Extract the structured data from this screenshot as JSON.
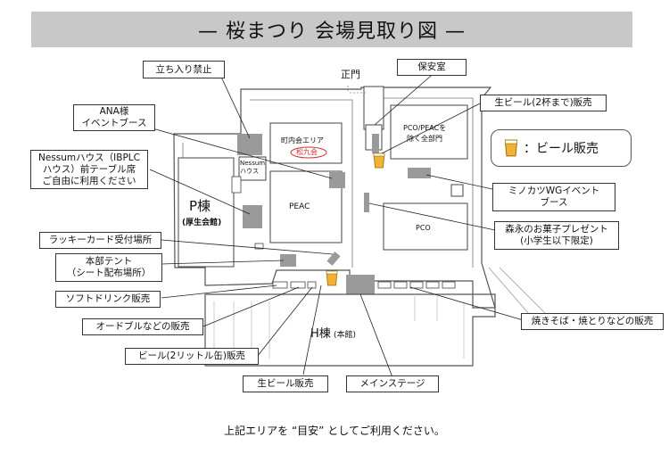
{
  "title": "— 桜まつり 会場見取り図 —",
  "legend": {
    "label": "：ビール販売",
    "icon": "beer-cup-icon"
  },
  "gate_label": "正門",
  "buildings": {
    "p_building": "P棟",
    "p_building_sub": "(厚生会館)",
    "peac_main": "PEAC",
    "peac_top": "町内会エリア",
    "matsukukai": "松九会",
    "nessum_house_1": "Nessum",
    "nessum_house_2": "ハウス",
    "pco_peac_1": "PCO/PEACを",
    "pco_peac_2": "除く全部門",
    "pco": "PCO",
    "h_building": "H棟",
    "h_building_sub": "(本館)"
  },
  "callouts": {
    "entry_forbidden": "立ち入り禁止",
    "ana_1": "ANA様",
    "ana_2": "イベントブース",
    "nessum_1": "Nessumハウス（IBPLC",
    "nessum_2": "ハウス）前テーブル席",
    "nessum_3": "ご自由に利用ください",
    "lucky_card": "ラッキーカード受付場所",
    "hq_tent_1": "本部テント",
    "hq_tent_2": "（シート配布場所）",
    "soft_drink": "ソフトドリンク販売",
    "hors_doeuvre": "オードブルなどの販売",
    "beer_2l": "ビール(2リットル缶)販売",
    "draft_beer": "生ビール販売",
    "main_stage": "メインステージ",
    "security": "保安室",
    "draft_beer_limit": "生ビール(2杯まで)販売",
    "minokatsu_1": "ミノカツWGイベント",
    "minokatsu_2": "ブース",
    "morinaga_1": "森永のお菓子プレゼント",
    "morinaga_2": "(小学生以下限定)",
    "yakisoba": "焼きそば・焼とりなどの販売"
  },
  "colors": {
    "title_bg": "#c8c8c8",
    "booth": "#9a9a9a",
    "beer": "#f2b233",
    "matsukukai": "#d03030"
  },
  "footer": "上記エリアを “目安” としてご利用ください。"
}
